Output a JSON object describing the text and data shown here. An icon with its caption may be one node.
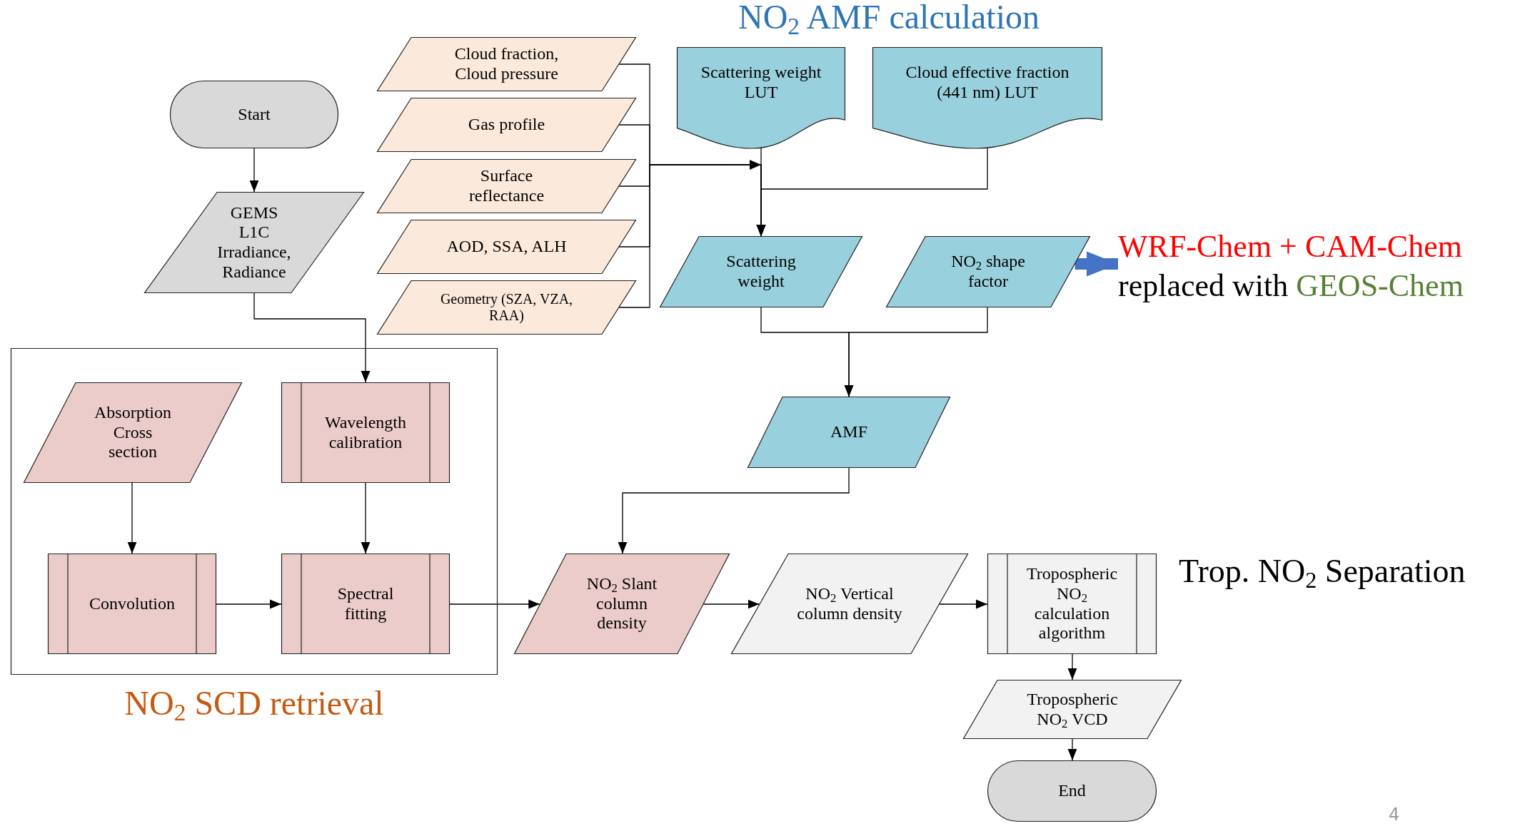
{
  "diagram": {
    "nodes": [
      {
        "text": [
          "Start"
        ]
      },
      {
        "text": [
          "GEMS L1C Irradiance, Radiance"
        ]
      },
      {
        "text": [
          "Cloud fraction, Cloud pressure"
        ]
      },
      {
        "text": [
          "Gas profile"
        ]
      },
      {
        "text": [
          "Surface reflectance"
        ]
      },
      {
        "text": [
          "AOD, SSA, ALH"
        ]
      },
      {
        "text": [
          "Geometry (SZA, VZA, RAA)"
        ]
      },
      {
        "text": [
          "Scattering weight LUT"
        ]
      },
      {
        "text": [
          "Cloud effective fraction (441 nm) LUT"
        ]
      },
      {
        "text": [
          "Scattering weight"
        ]
      },
      {
        "text": [
          "NO$_{2}$ shape factor"
        ]
      },
      {
        "text": [
          "AMF"
        ]
      },
      {
        "text": [
          "NO$_{2}$ SCD retrieval"
        ]
      },
      {
        "text": [
          "Absorption Cross section"
        ],
        "in": 12
      },
      {
        "text": [
          "Wavelength calibration"
        ],
        "in": 12
      },
      {
        "text": [
          "Convolution"
        ],
        "in": 12
      },
      {
        "text": [
          "Spectral fitting"
        ],
        "in": 12
      },
      {
        "text": [
          "NO$_{2}$ Slant column density"
        ]
      },
      {
        "text": [
          "NO$_{2}$ Vertical column density"
        ]
      },
      {
        "text": [
          "Tropospheric NO$_{2}$ calculation algorithm"
        ]
      },
      {
        "text": [
          "Tropospheric NO$_{2}$ VCD"
        ]
      },
      {
        "text": [
          "End"
        ]
      },
      {
        "text": [
          "WRF-Chem + CAM-Chem",
          "replaced with",
          "GEOS-Chem"
        ]
      }
    ],
    "edges": [
      {
        "from": 0,
        "to": 1,
        "arrow": "to"
      },
      {
        "from": 1,
        "to": 14,
        "arrow": "to"
      },
      {
        "from": 2,
        "to": 9,
        "arrow": "to"
      },
      {
        "from": 3,
        "to": 9,
        "arrow": "to"
      },
      {
        "from": 4,
        "to": 9,
        "arrow": "to"
      },
      {
        "from": 5,
        "to": 9,
        "arrow": "to"
      },
      {
        "from": 6,
        "to": 9,
        "arrow": "to"
      },
      {
        "from": 7,
        "to": 9,
        "arrow": "to"
      },
      {
        "from": 8,
        "to": 9,
        "arrow": "to"
      },
      {
        "from": 9,
        "to": 11,
        "arrow": "to"
      },
      {
        "from": 10,
        "to": 11,
        "arrow": "to"
      },
      {
        "from": 11,
        "to": 17,
        "arrow": "to"
      },
      {
        "from": 13,
        "to": 15,
        "arrow": "to"
      },
      {
        "from": 14,
        "to": 16,
        "arrow": "to"
      },
      {
        "from": 15,
        "to": 16,
        "arrow": "to"
      },
      {
        "from": 16,
        "to": 17,
        "arrow": "to"
      },
      {
        "from": 17,
        "to": 18,
        "arrow": "to"
      },
      {
        "from": 18,
        "to": 19,
        "arrow": "to"
      },
      {
        "from": 19,
        "to": 20,
        "arrow": "to"
      },
      {
        "from": 20,
        "to": 21,
        "arrow": "to"
      },
      {
        "from": 10,
        "to": 22,
        "arrow": "to",
        "style": "thick",
        "color": "#4472c4"
      }
    ],
    "labels": [
      "NO$_{2}$ AMF calculation",
      "Trop. NO$_{2}$ Separation",
      "4"
    ]
  }
}
